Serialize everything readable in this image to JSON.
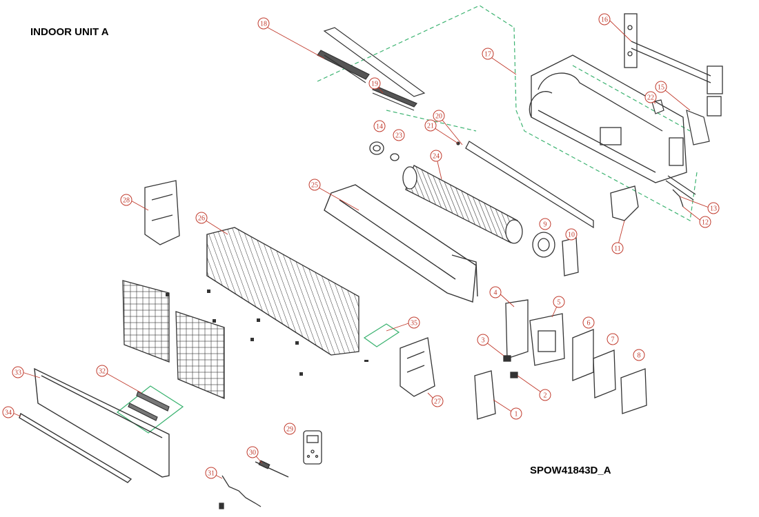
{
  "header": {
    "title": "INDOOR UNIT A"
  },
  "footer": {
    "model_code": "SPOW41843D_A"
  },
  "colors": {
    "callout": "#c0392b",
    "line": "#333333",
    "group_box": "#3cb371"
  },
  "parts": [
    {
      "id": "1",
      "label": "1"
    },
    {
      "id": "2",
      "label": "2"
    },
    {
      "id": "3",
      "label": "3"
    },
    {
      "id": "4",
      "label": "4"
    },
    {
      "id": "5",
      "label": "5"
    },
    {
      "id": "6",
      "label": "6"
    },
    {
      "id": "7",
      "label": "7"
    },
    {
      "id": "8",
      "label": "8"
    },
    {
      "id": "9",
      "label": "9"
    },
    {
      "id": "10",
      "label": "10"
    },
    {
      "id": "11",
      "label": "11"
    },
    {
      "id": "12",
      "label": "12"
    },
    {
      "id": "13",
      "label": "13"
    },
    {
      "id": "14",
      "label": "14"
    },
    {
      "id": "15",
      "label": "15"
    },
    {
      "id": "16",
      "label": "16"
    },
    {
      "id": "17",
      "label": "17"
    },
    {
      "id": "18",
      "label": "18"
    },
    {
      "id": "19",
      "label": "19"
    },
    {
      "id": "20",
      "label": "20"
    },
    {
      "id": "21",
      "label": "21"
    },
    {
      "id": "22",
      "label": "22"
    },
    {
      "id": "23",
      "label": "23"
    },
    {
      "id": "24",
      "label": "24"
    },
    {
      "id": "25",
      "label": "25"
    },
    {
      "id": "26",
      "label": "26"
    },
    {
      "id": "27",
      "label": "27"
    },
    {
      "id": "28",
      "label": "28"
    },
    {
      "id": "29",
      "label": "29"
    },
    {
      "id": "30",
      "label": "30"
    },
    {
      "id": "31",
      "label": "31"
    },
    {
      "id": "32",
      "label": "32"
    },
    {
      "id": "33",
      "label": "33"
    },
    {
      "id": "34",
      "label": "34"
    },
    {
      "id": "35",
      "label": "35"
    }
  ]
}
